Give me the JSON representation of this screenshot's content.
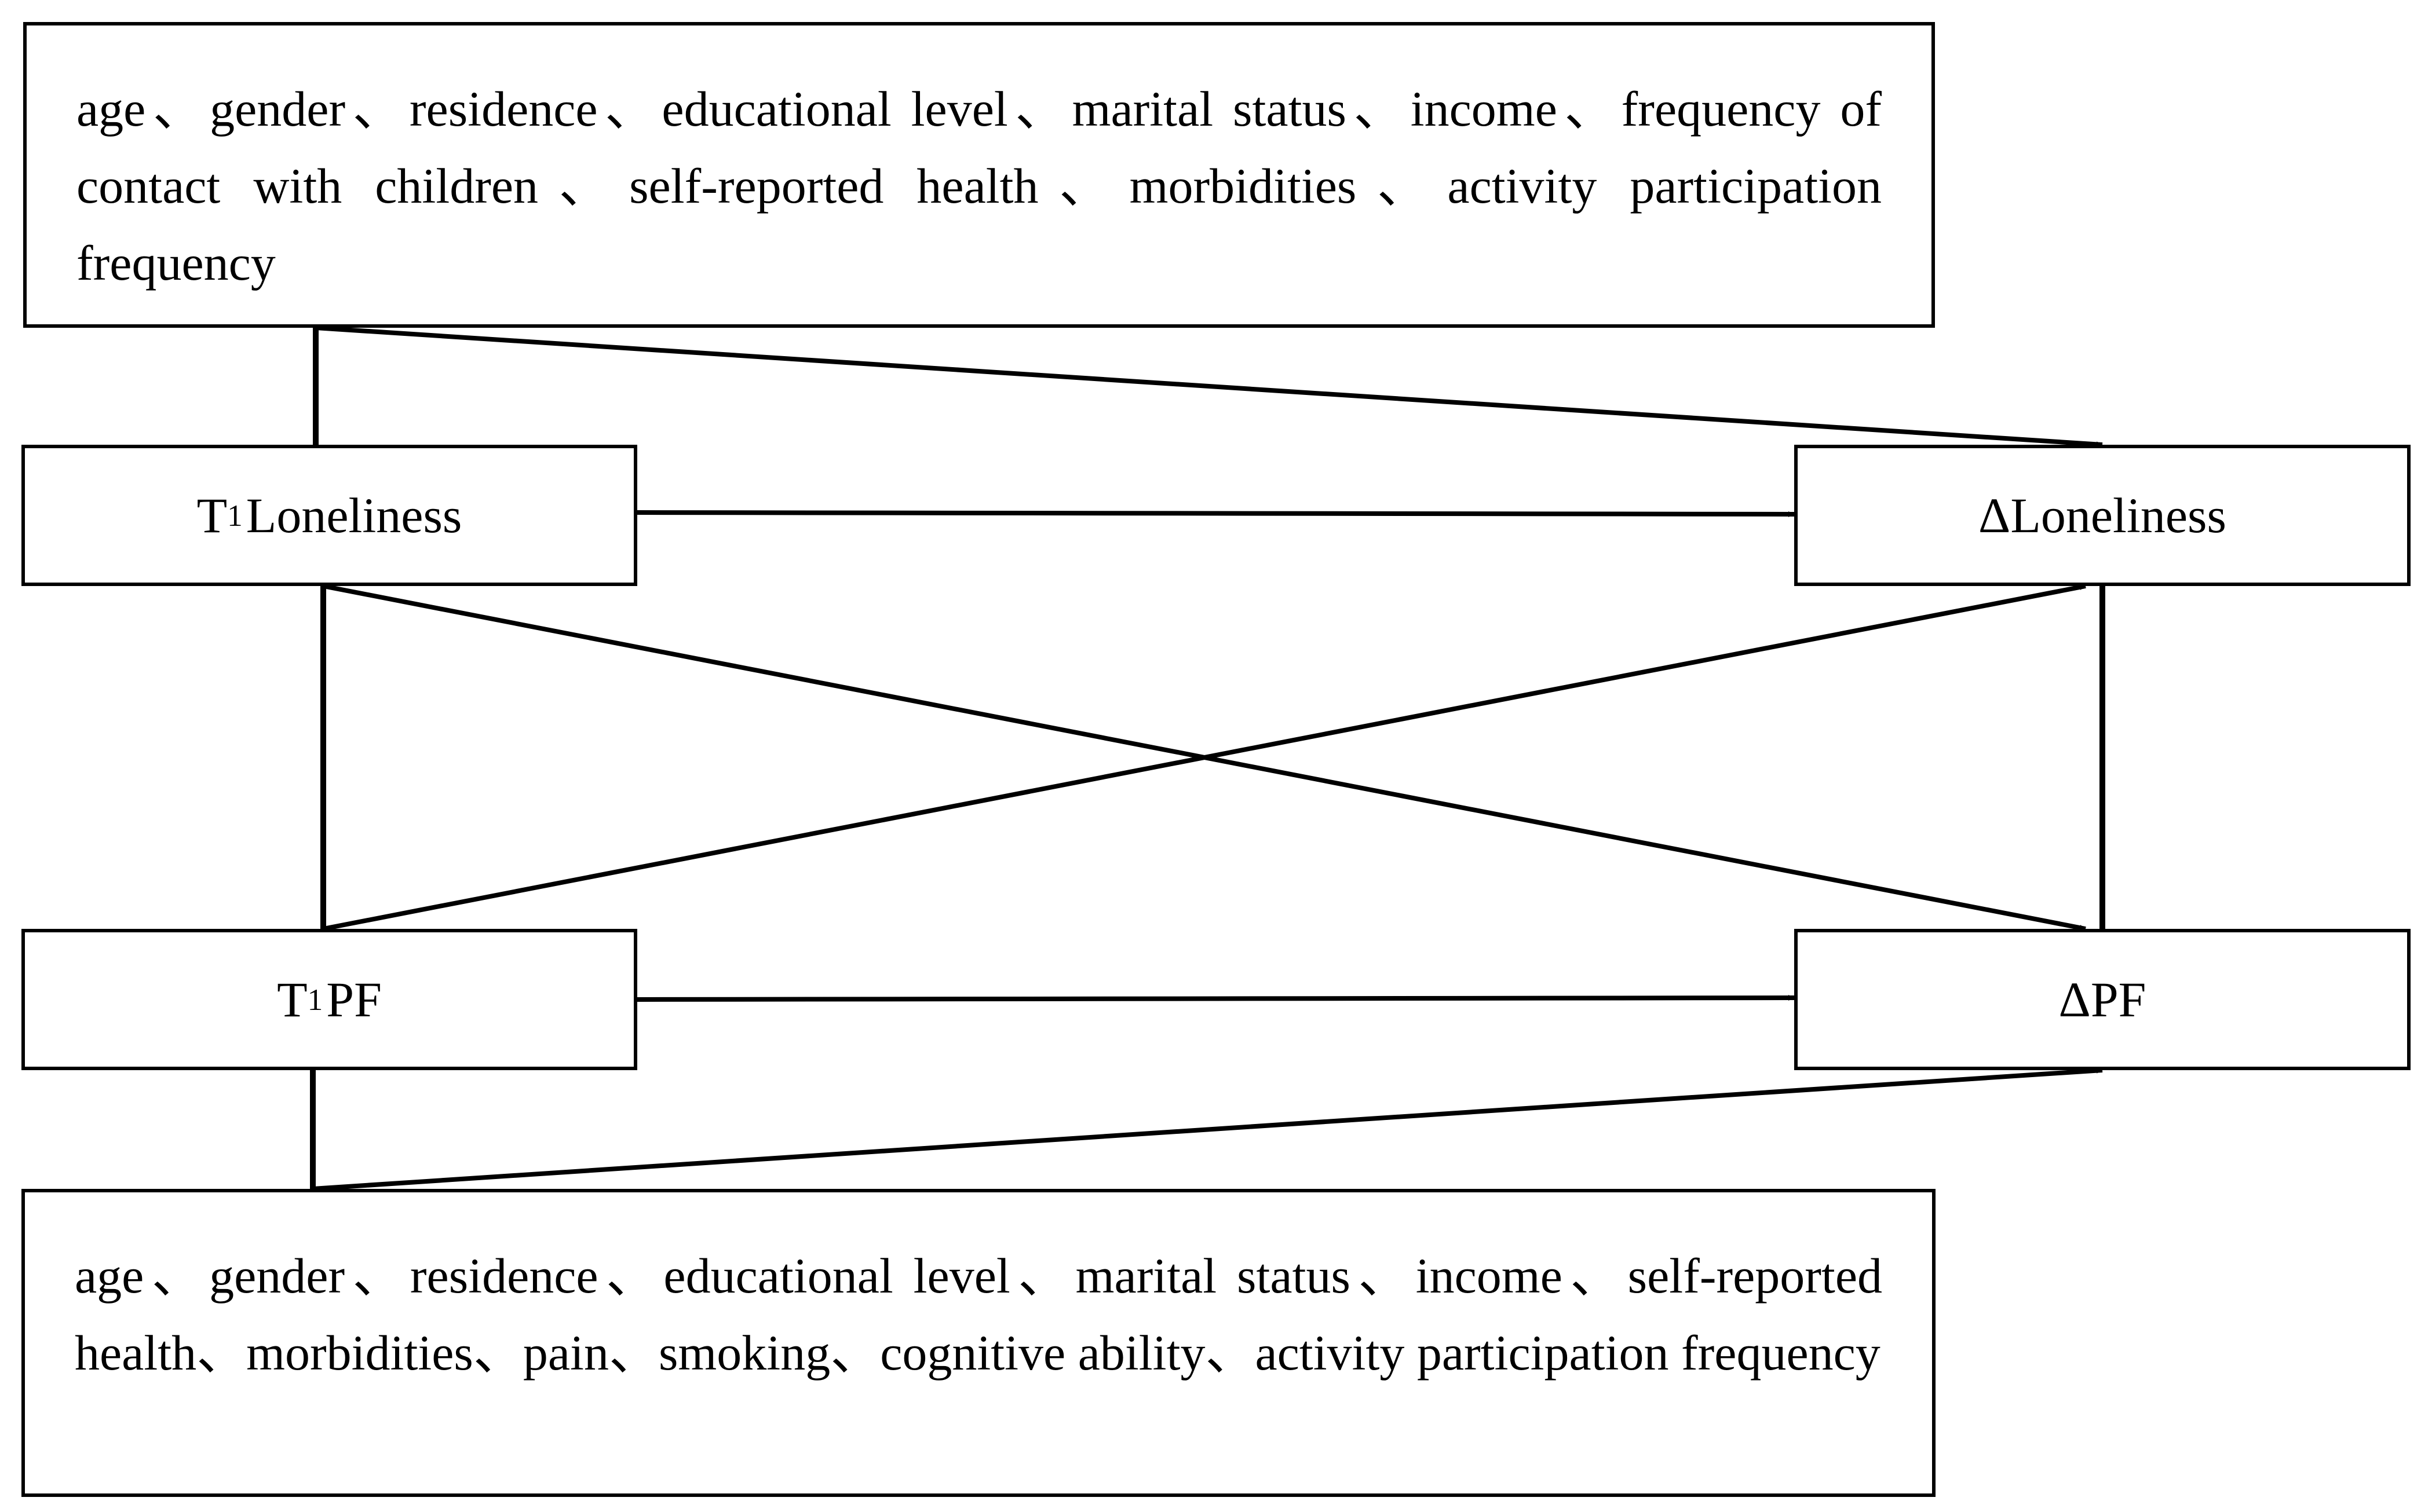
{
  "covariates_top": {
    "text": "age、gender、residence、educational level、marital status、income、frequency of contact with children、self-reported health、morbidities、activity participation frequency"
  },
  "covariates_bottom": {
    "text": "age、gender、residence、educational level、marital status、income、self-reported health、morbidities、pain、smoking、cognitive ability、activity participation frequency"
  },
  "t1_loneliness": {
    "prefix": "T",
    "subscript": "1",
    "label": "Loneliness"
  },
  "t1_pf": {
    "prefix": "T",
    "subscript": "1",
    "label": "PF"
  },
  "delta_loneliness": {
    "label": "ΔLoneliness"
  },
  "delta_pf": {
    "label": "ΔPF"
  },
  "colors": {
    "stroke": "#000000",
    "background": "#ffffff"
  }
}
